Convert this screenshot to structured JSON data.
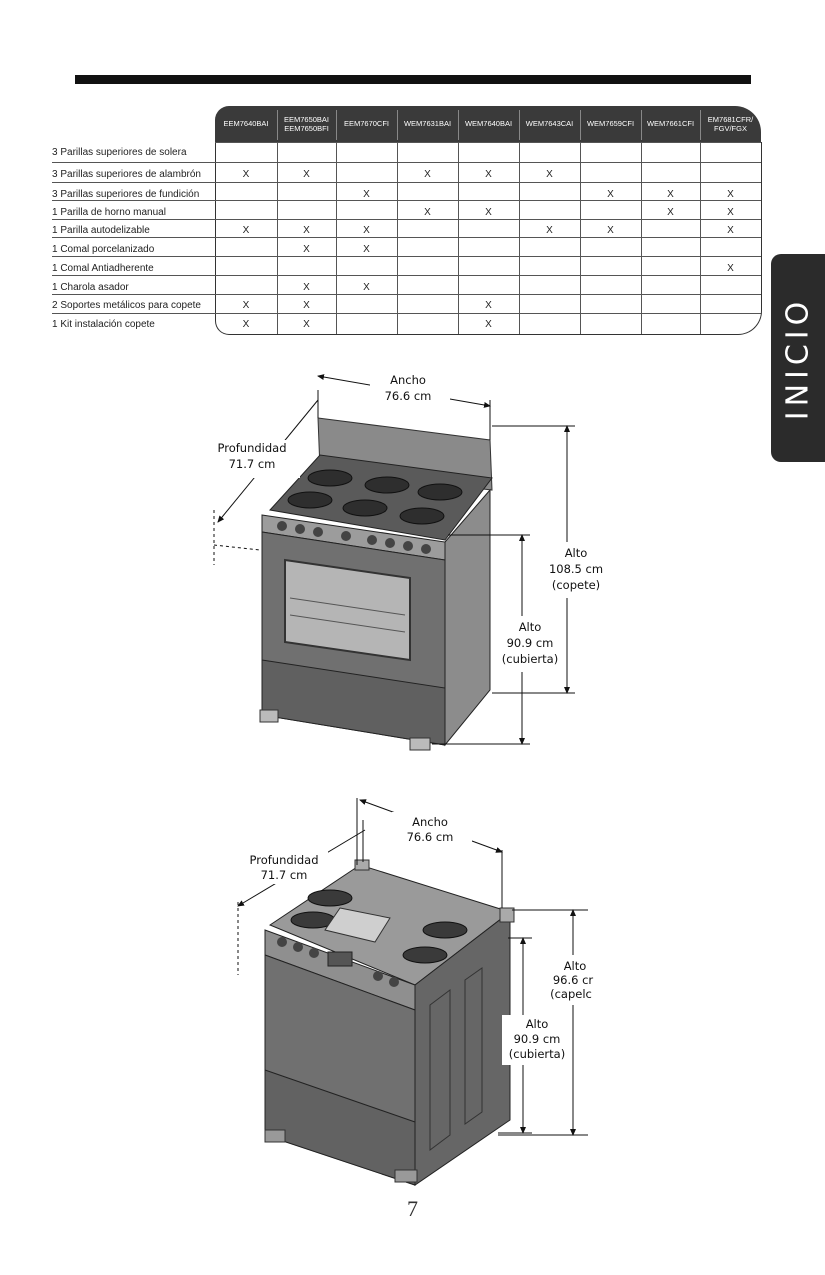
{
  "models": [
    "EEM7640BAI",
    "EEM7650BAI\nEEM7650BFI",
    "EEM7670CFI",
    "WEM7631BAI",
    "WEM7640BAI",
    "WEM7643CAI",
    "WEM7659CFI",
    "WEM7661CFI",
    "EM7681CFR/\nFGV/FGX"
  ],
  "rows": [
    {
      "label": "3 Parillas superiores de solera",
      "marks": [
        "",
        "",
        "",
        "",
        "",
        "",
        "",
        "",
        ""
      ]
    },
    {
      "label": "3 Parillas superiores de alambrón",
      "marks": [
        "X",
        "X",
        "",
        "X",
        "X",
        "X",
        "",
        "",
        ""
      ]
    },
    {
      "label": "3 Parillas superiores de fundición",
      "marks": [
        "",
        "",
        "X",
        "",
        "",
        "",
        "X",
        "X",
        "X"
      ]
    },
    {
      "label": "1 Parilla de horno manual",
      "marks": [
        "",
        "",
        "",
        "X",
        "X",
        "",
        "",
        "X",
        "X"
      ]
    },
    {
      "label": "1 Parilla autodelizable",
      "marks": [
        "X",
        "X",
        "X",
        "",
        "",
        "X",
        "X",
        "",
        "X"
      ]
    },
    {
      "label": "1 Comal porcelanizado",
      "marks": [
        "",
        "X",
        "X",
        "",
        "",
        "",
        "",
        "",
        ""
      ]
    },
    {
      "label": "1 Comal Antiadherente",
      "marks": [
        "",
        "",
        "",
        "",
        "",
        "",
        "",
        "",
        "X"
      ]
    },
    {
      "label": "1 Charola asador",
      "marks": [
        "",
        "X",
        "X",
        "",
        "",
        "",
        "",
        "",
        ""
      ]
    },
    {
      "label": "2 Soportes metálicos para copete",
      "marks": [
        "X",
        "X",
        "",
        "",
        "X",
        "",
        "",
        "",
        ""
      ]
    },
    {
      "label": "1 Kit instalación copete",
      "marks": [
        "X",
        "X",
        "",
        "",
        "X",
        "",
        "",
        "",
        ""
      ]
    }
  ],
  "side_tab": "INICIO",
  "figure1": {
    "width_label": "Ancho",
    "width_value": "76.6 cm",
    "depth_label": "Profundidad",
    "depth_value": "71.7 cm",
    "height_total_label": "Alto",
    "height_total_value": "108.5 cm",
    "height_total_note": "(copete)",
    "height_deck_label": "Alto",
    "height_deck_value": "90.9 cm",
    "height_deck_note": "(cubierta)"
  },
  "figure2": {
    "width_label": "Ancho",
    "width_value": "76.6 cm",
    "depth_label": "Profundidad",
    "depth_value": "71.7 cm",
    "height_total_label": "Alto",
    "height_total_value": "96.6 cr",
    "height_total_note": "(capelc",
    "height_deck_label": "Alto",
    "height_deck_value": "90.9 cm",
    "height_deck_note": "(cubierta)"
  },
  "page_number": "7"
}
